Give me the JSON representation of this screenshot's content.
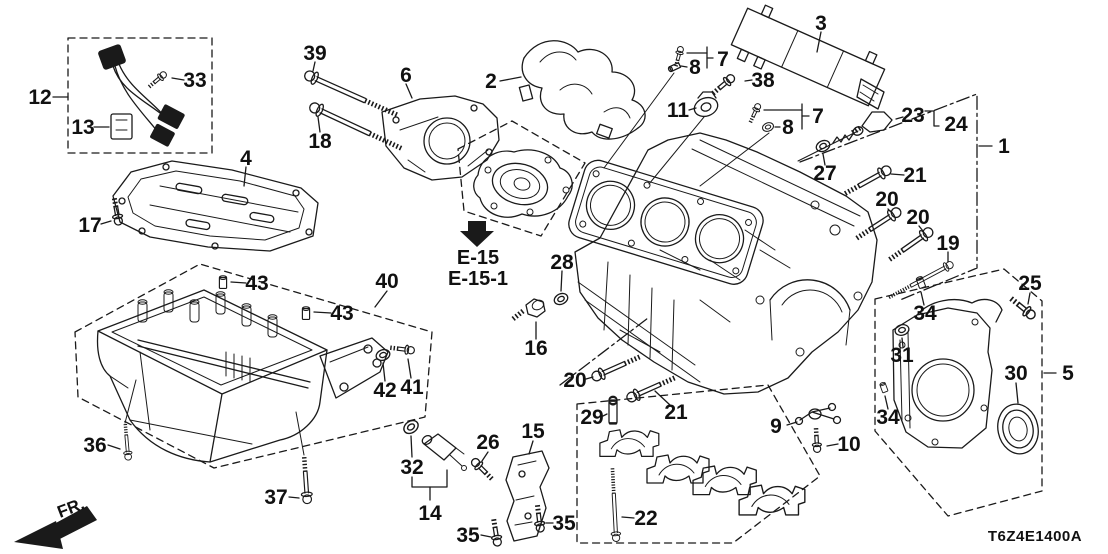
{
  "diagram": {
    "code": "T6Z4E1400A",
    "fr_label": "FR.",
    "eref_line1": "E-15",
    "eref_line2": "E-15-1",
    "ink_color": "#1a1a1a",
    "background_color": "#ffffff"
  },
  "callouts": {
    "c1": "1",
    "c2": "2",
    "c3": "3",
    "c4": "4",
    "c5": "5",
    "c6": "6",
    "c7a": "7",
    "c7b": "7",
    "c8a": "8",
    "c8b": "8",
    "c9": "9",
    "c10": "10",
    "c11": "11",
    "c12": "12",
    "c13": "13",
    "c14": "14",
    "c15": "15",
    "c16": "16",
    "c17": "17",
    "c18": "18",
    "c19": "19",
    "c20a": "20",
    "c20b": "20",
    "c20c": "20",
    "c21a": "21",
    "c21b": "21",
    "c22": "22",
    "c23": "23",
    "c24": "24",
    "c25": "25",
    "c26": "26",
    "c27": "27",
    "c28": "28",
    "c29": "29",
    "c30": "30",
    "c31": "31",
    "c32": "32",
    "c33": "33",
    "c34a": "34",
    "c34b": "34",
    "c35a": "35",
    "c35b": "35",
    "c36": "36",
    "c37": "37",
    "c38": "38",
    "c39": "39",
    "c40": "40",
    "c41": "41",
    "c42": "42",
    "c43a": "43",
    "c43b": "43"
  }
}
